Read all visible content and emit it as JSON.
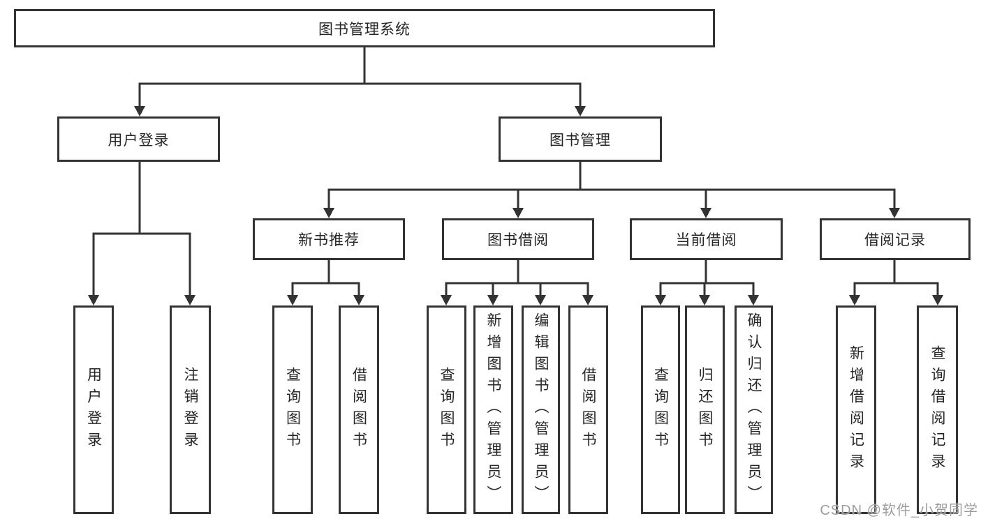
{
  "tree": {
    "label": "图书管理系统",
    "children": [
      {
        "label": "用户登录",
        "children": [
          {
            "label": "用户登录"
          },
          {
            "label": "注销登录"
          }
        ]
      },
      {
        "label": "图书管理",
        "children": [
          {
            "label": "新书推荐",
            "children": [
              {
                "label": "查询图书"
              },
              {
                "label": "借阅图书"
              }
            ]
          },
          {
            "label": "图书借阅",
            "children": [
              {
                "label": "查询图书"
              },
              {
                "label": "新增图书（管理员）"
              },
              {
                "label": "编辑图书（管理员）"
              },
              {
                "label": "借阅图书"
              }
            ]
          },
          {
            "label": "当前借阅",
            "children": [
              {
                "label": "查询图书"
              },
              {
                "label": "归还图书"
              },
              {
                "label": "确认归还（管理员）"
              }
            ]
          },
          {
            "label": "借阅记录",
            "children": [
              {
                "label": "新增借阅记录"
              },
              {
                "label": "查询借阅记录"
              }
            ]
          }
        ]
      }
    ]
  },
  "watermark": "CSDN @软件_小贺同学",
  "colors": {
    "line": "#333333",
    "box_border": "#333333",
    "box_fill": "#ffffff",
    "text": "#262626",
    "watermark": "#9e9e9e"
  }
}
